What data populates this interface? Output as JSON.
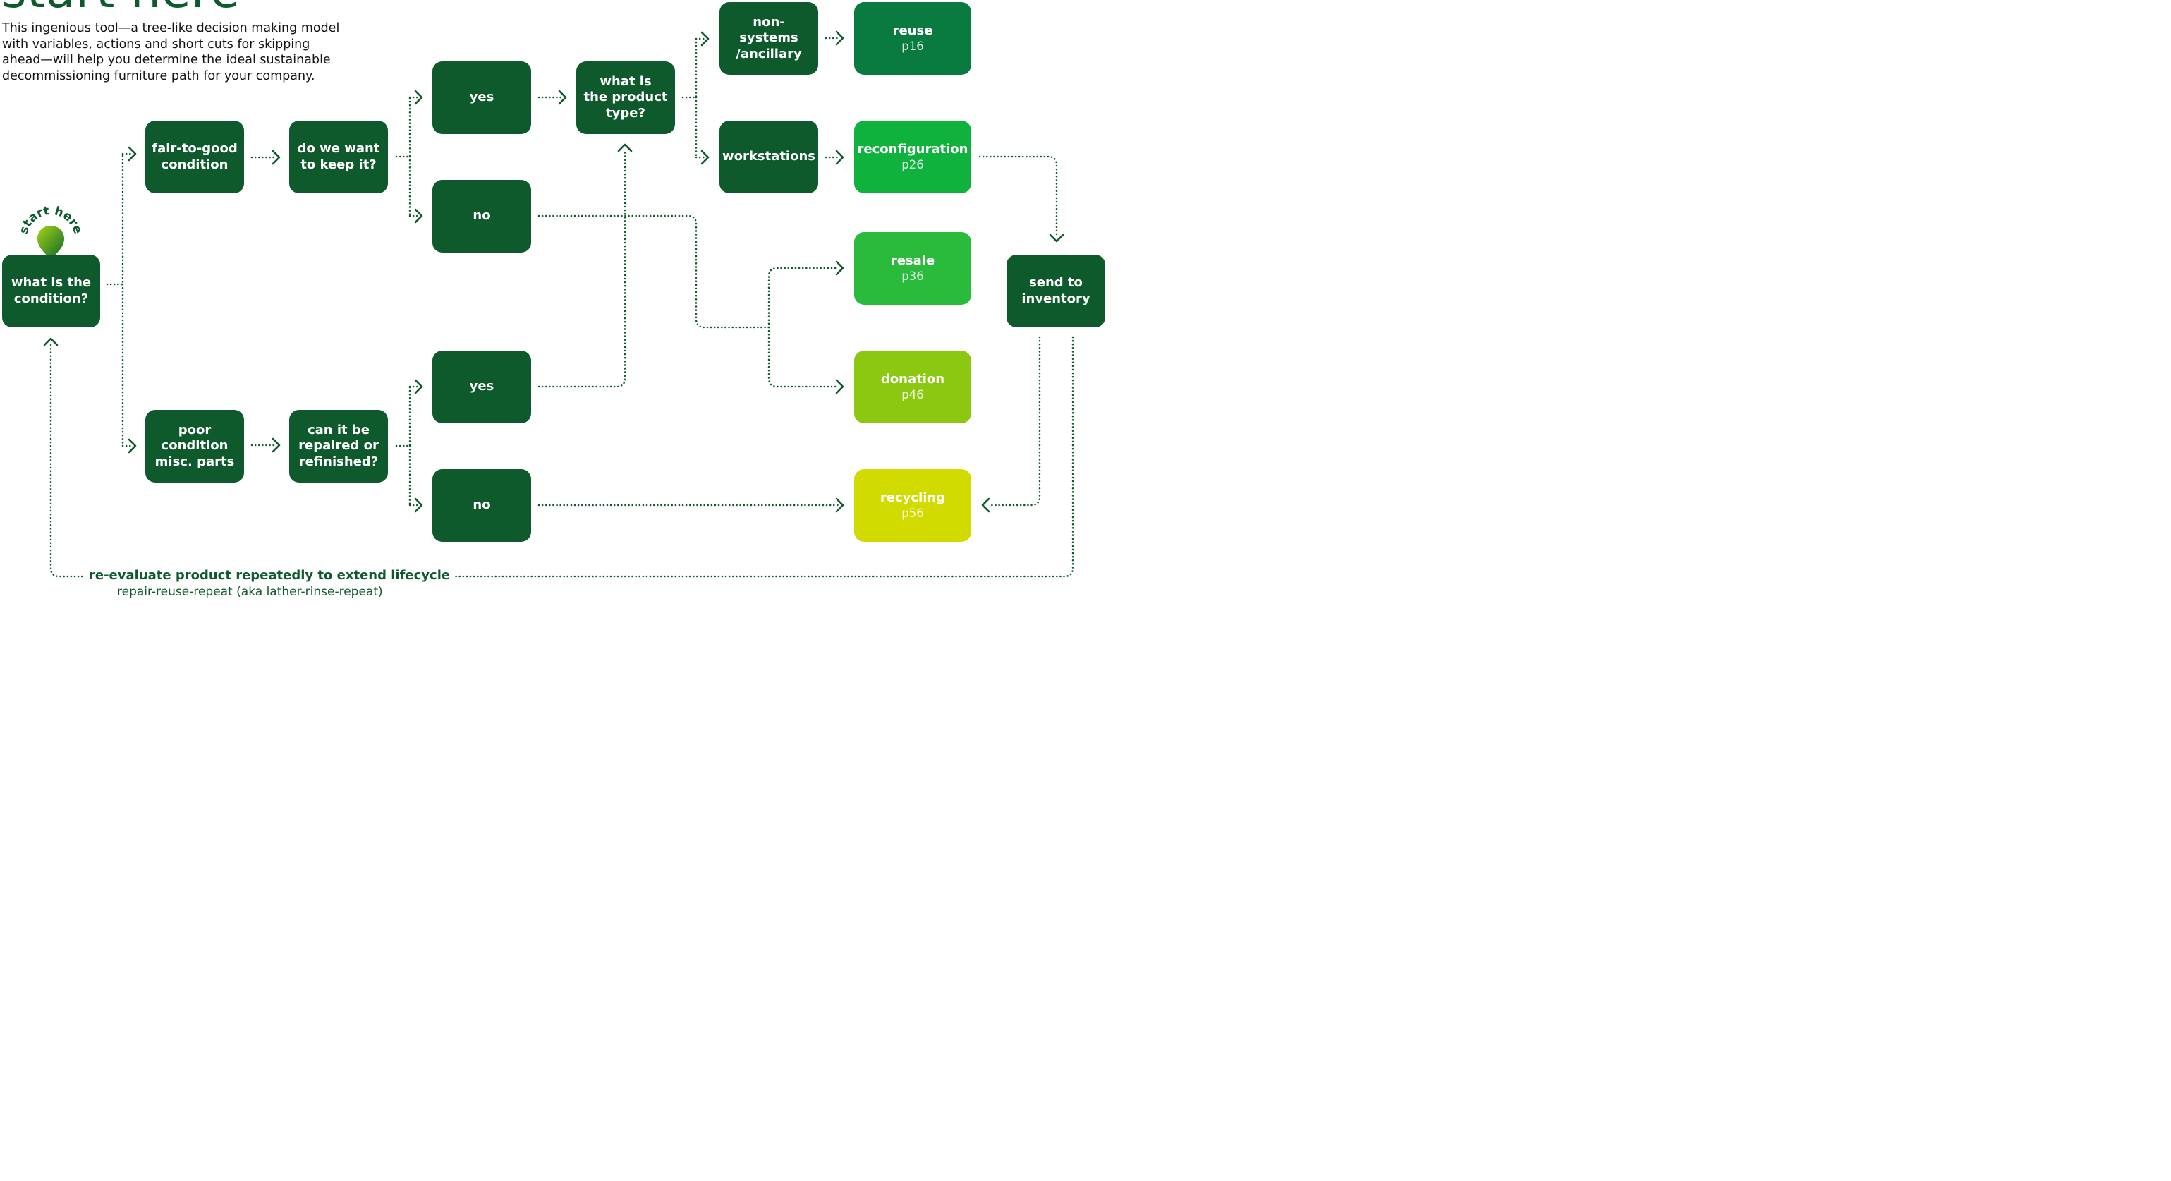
{
  "title": "start here",
  "intro": "This ingenious tool—a tree-like decision making model with variables, actions and short cuts for skipping ahead—will help you determine the ideal sustainable decommissioning furniture path for your company.",
  "start_badge": "start here",
  "colors": {
    "dark": "#0e5a2c",
    "reuse": "#0a7b40",
    "reconfiguration": "#10b23e",
    "resale": "#2bbb3c",
    "donation": "#8cc811",
    "recycling": "#d1db00",
    "line": "#0e5a2c"
  },
  "nodes": {
    "condition": {
      "label": "what is the\ncondition?"
    },
    "fair": {
      "label": "fair-to-good\ncondition"
    },
    "poor": {
      "label": "poor\ncondition\nmisc. parts"
    },
    "keep": {
      "label": "do we want\nto keep it?"
    },
    "repair": {
      "label": "can it be\nrepaired or\nrefinished?"
    },
    "yes1": {
      "label": "yes"
    },
    "no1": {
      "label": "no"
    },
    "yes2": {
      "label": "yes"
    },
    "no2": {
      "label": "no"
    },
    "product_type": {
      "label": "what is\nthe product\ntype?"
    },
    "non_systems": {
      "label": "non-systems\n/ancillary"
    },
    "workstations": {
      "label": "workstations"
    },
    "reuse": {
      "label": "reuse",
      "page": "p16"
    },
    "reconfiguration": {
      "label": "reconfiguration",
      "page": "p26"
    },
    "resale": {
      "label": "resale",
      "page": "p36"
    },
    "donation": {
      "label": "donation",
      "page": "p46"
    },
    "recycling": {
      "label": "recycling",
      "page": "p56"
    },
    "inventory": {
      "label": "send to\ninventory"
    }
  },
  "footer": {
    "main": "re-evaluate product repeatedly to extend lifecycle",
    "sub": "repair-reuse-repeat (aka lather-rinse-repeat)"
  }
}
